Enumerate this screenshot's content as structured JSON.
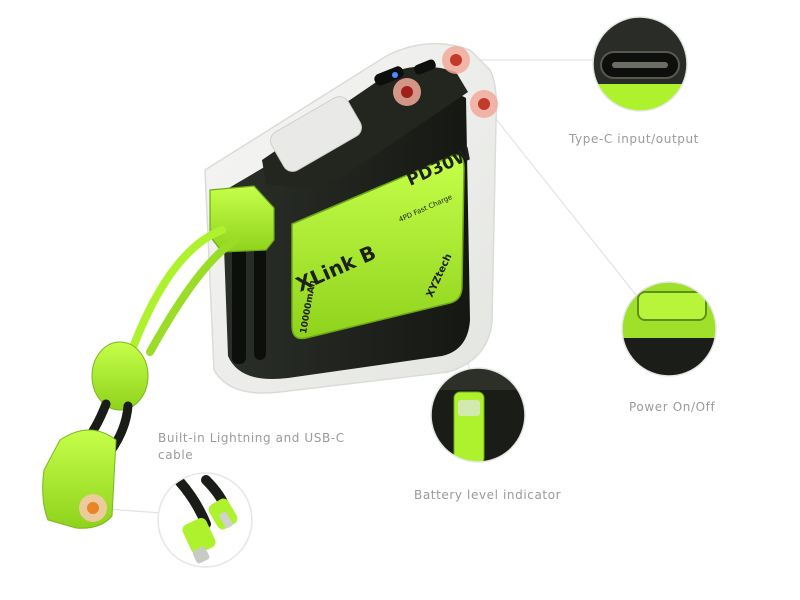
{
  "product": {
    "model_text": "XLink B",
    "brand_text": "XYZtech",
    "power_text": "PD30W",
    "capacity_text": "10000mAh",
    "charge_text": "4PD Fast Charge"
  },
  "callouts": [
    {
      "id": "typec",
      "label": "Type-C input/output",
      "icon": "type-c-port-icon"
    },
    {
      "id": "power",
      "label": "Power On/Off",
      "icon": "power-button-icon"
    },
    {
      "id": "battery",
      "label": "Battery level indicator",
      "icon": "battery-indicator-icon"
    },
    {
      "id": "cable",
      "label": "Built-in Lightning and USB-C cable",
      "icon": "cable-connectors-icon"
    }
  ],
  "colors": {
    "accent_green": "#aef22e",
    "accent_green_dark": "#79b31a",
    "body_dark": "#1d201b",
    "marker_ring": "#f2a99b",
    "marker_core_orange": "#e8842a",
    "marker_core_red": "#c23a2a",
    "label_gray": "#9a9a9a",
    "leader_line": "#e3e3e3"
  }
}
